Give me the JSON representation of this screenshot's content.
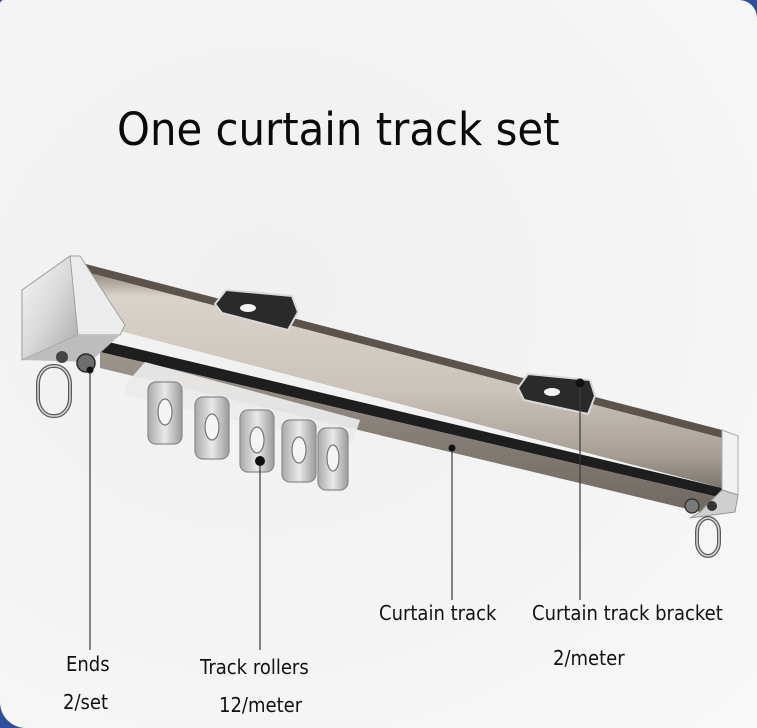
{
  "title": "One curtain track set",
  "components": [
    {
      "id": "ends",
      "name": "Ends",
      "quantity": "2/set"
    },
    {
      "id": "track-rollers",
      "name": "Track rollers",
      "quantity": "12/meter"
    },
    {
      "id": "curtain-track",
      "name": "Curtain track",
      "quantity": ""
    },
    {
      "id": "curtain-track-bracket",
      "name": "Curtain track bracket",
      "quantity": "2/meter"
    }
  ],
  "colors": {
    "background": "#f3f3f3",
    "frame_accent": "#2d4f9c",
    "text": "#111111",
    "leader_line": "#3a3a3a",
    "track_body": "#cfc9c1",
    "track_shadow": "#1e1e1e",
    "chrome": "#e6e6e6"
  }
}
